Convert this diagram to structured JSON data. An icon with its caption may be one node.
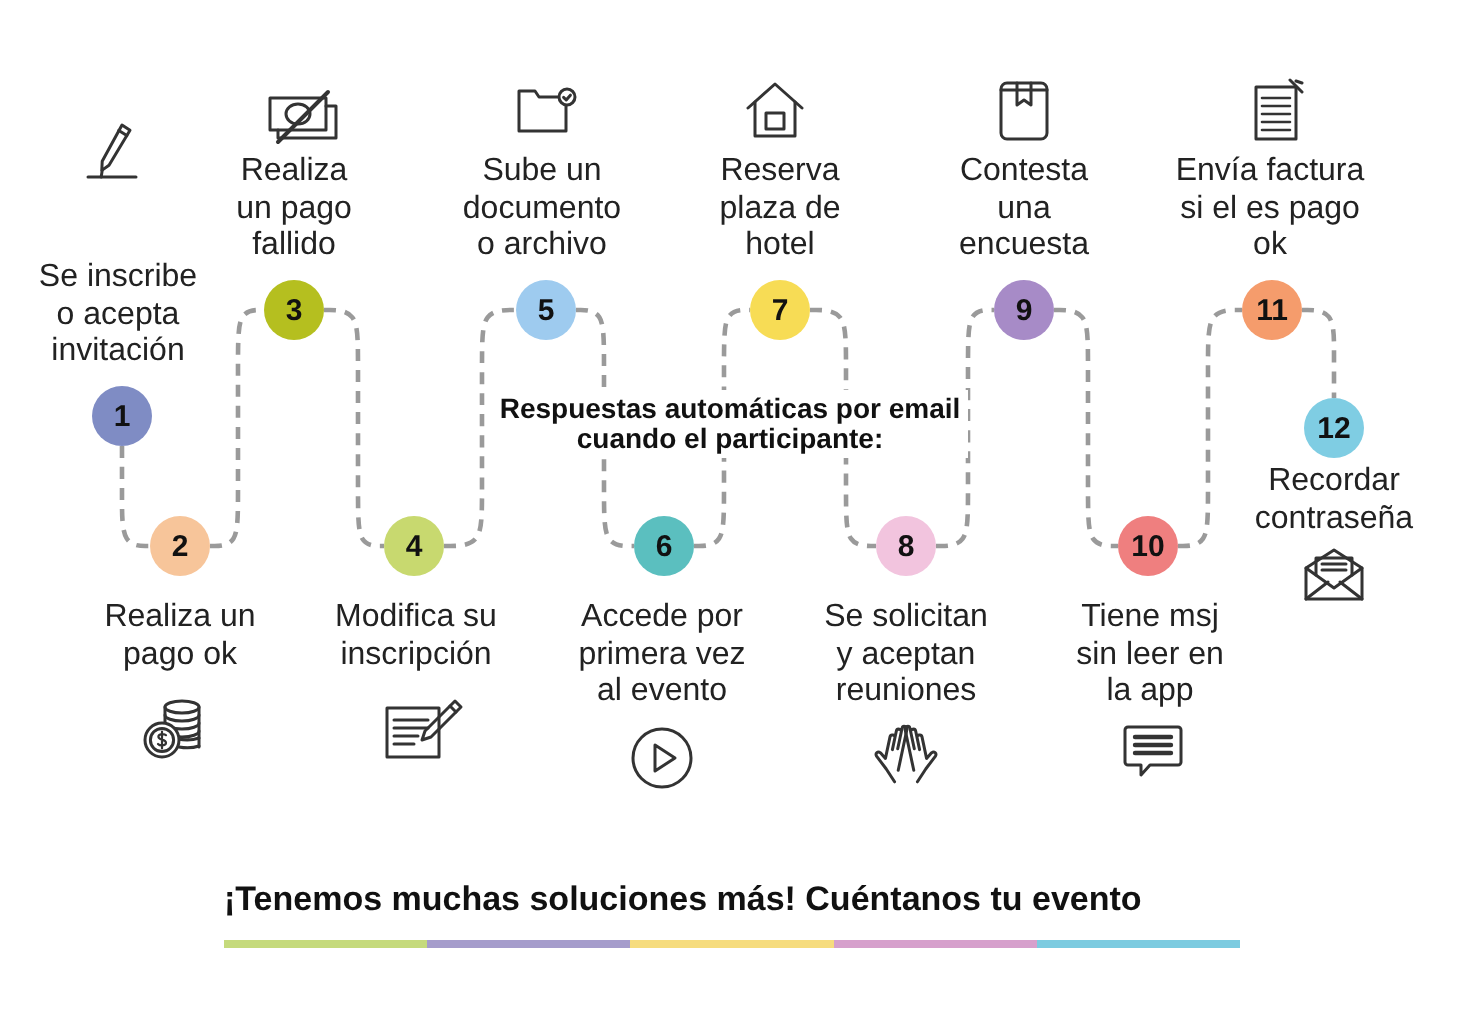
{
  "diagram": {
    "title": "Respuestas automáticas por email cuando el participante:",
    "caption": "¡Tenemos muchas soluciones más! Cuéntanos tu evento",
    "nodes": [
      {
        "text": [
          "1"
        ],
        "beside": [
          "Se inscribe o acepta invitación"
        ]
      },
      {
        "text": [
          "2"
        ],
        "beside": [
          "Realiza un pago ok"
        ]
      },
      {
        "text": [
          "3"
        ],
        "beside": [
          "Realiza un pago fallido"
        ]
      },
      {
        "text": [
          "4"
        ],
        "beside": [
          "Modifica su inscripción"
        ]
      },
      {
        "text": [
          "5"
        ],
        "beside": [
          "Sube un documento o archivo"
        ]
      },
      {
        "text": [
          "6"
        ],
        "beside": [
          "Accede por primera vez al evento"
        ]
      },
      {
        "text": [
          "7"
        ],
        "beside": [
          "Reserva plaza de hotel"
        ]
      },
      {
        "text": [
          "8"
        ],
        "beside": [
          "Se solicitan y aceptan reuniones"
        ]
      },
      {
        "text": [
          "9"
        ],
        "beside": [
          "Contesta una encuesta"
        ]
      },
      {
        "text": [
          "10"
        ],
        "beside": [
          "Tiene msj sin leer en la app"
        ]
      },
      {
        "text": [
          "11"
        ],
        "beside": [
          "Envía factura si el es pago ok"
        ]
      },
      {
        "text": [
          "12"
        ],
        "beside": [
          "Recordar contraseña"
        ]
      }
    ],
    "edges": [
      {
        "from": 0,
        "to": 1,
        "arrow": "none",
        "style": "dashed"
      },
      {
        "from": 1,
        "to": 2,
        "arrow": "none",
        "style": "dashed"
      },
      {
        "from": 2,
        "to": 3,
        "arrow": "none",
        "style": "dashed"
      },
      {
        "from": 3,
        "to": 4,
        "arrow": "none",
        "style": "dashed"
      },
      {
        "from": 4,
        "to": 5,
        "arrow": "none",
        "style": "dashed"
      },
      {
        "from": 5,
        "to": 6,
        "arrow": "none",
        "style": "dashed"
      },
      {
        "from": 6,
        "to": 7,
        "arrow": "none",
        "style": "dashed"
      },
      {
        "from": 7,
        "to": 8,
        "arrow": "none",
        "style": "dashed"
      },
      {
        "from": 8,
        "to": 9,
        "arrow": "none",
        "style": "dashed"
      },
      {
        "from": 9,
        "to": 10,
        "arrow": "none",
        "style": "dashed"
      },
      {
        "from": 10,
        "to": 11,
        "arrow": "none",
        "style": "dashed"
      }
    ]
  }
}
